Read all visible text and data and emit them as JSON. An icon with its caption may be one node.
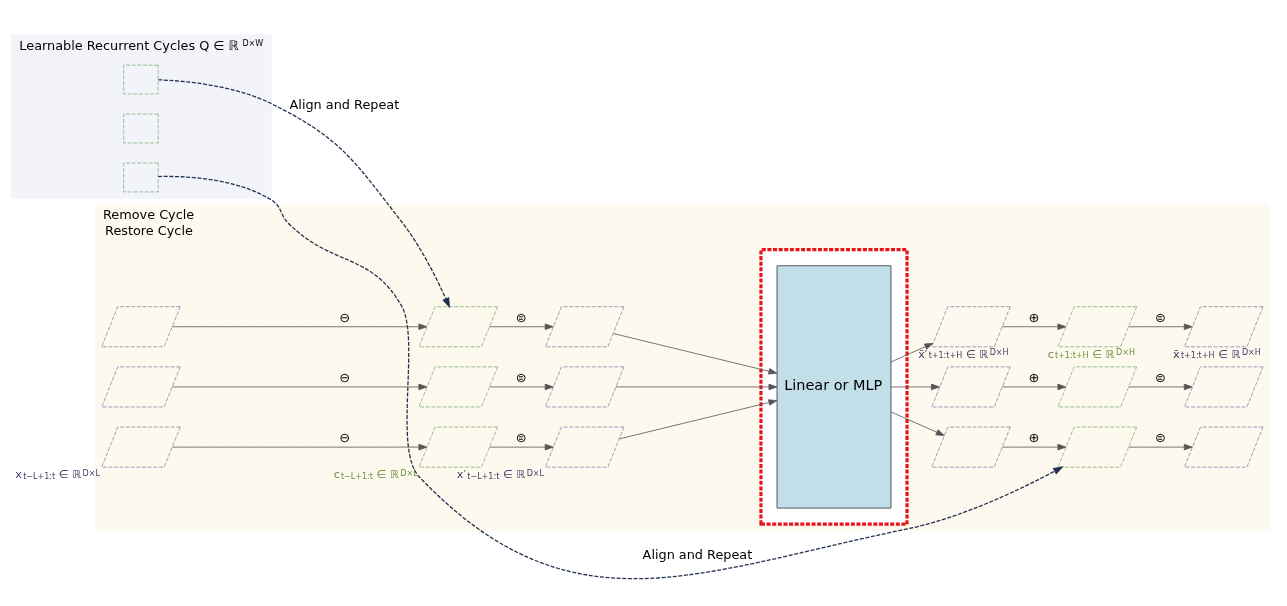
{
  "diagram": {
    "nodes": [
      {
        "text": [
          "Learnable Recurrent Cycles Q ∈ ℝ$^{D×W}$"
        ]
      },
      {
        "text": [],
        "shape": "box",
        "in": 0
      },
      {
        "text": [],
        "shape": "box",
        "in": 0
      },
      {
        "text": [],
        "shape": "box",
        "in": 0
      },
      {
        "text": [
          "Remove Cycle",
          "Restore Cycle"
        ]
      },
      {
        "text": [],
        "shape": "box",
        "in": 4
      },
      {
        "text": [
          "Linear or MLP"
        ],
        "in": 5
      },
      {
        "text": [],
        "shape": "picture",
        "in": 4
      },
      {
        "text": [],
        "shape": "picture",
        "in": 4
      },
      {
        "text": [],
        "shape": "picture",
        "in": 4
      },
      {
        "text": [],
        "shape": "picture",
        "in": 4
      },
      {
        "text": [],
        "shape": "picture",
        "in": 4
      },
      {
        "text": [],
        "shape": "picture",
        "in": 4
      },
      {
        "text": [],
        "shape": "picture",
        "in": 4
      },
      {
        "text": [],
        "shape": "picture",
        "in": 4
      },
      {
        "text": [],
        "shape": "picture",
        "in": 4
      },
      {
        "text": [],
        "shape": "picture",
        "in": 4
      },
      {
        "text": [],
        "shape": "picture",
        "in": 4
      },
      {
        "text": [],
        "shape": "picture",
        "in": 4
      },
      {
        "text": [],
        "shape": "picture",
        "in": 4,
        "beside": [
          "x$_{t−L+1:t}$ ∈ ℝ$^{D×L}$"
        ]
      },
      {
        "text": [],
        "shape": "picture",
        "in": 4,
        "beside": [
          "c$_{t−L+1:t}$ ∈ ℝ$^{D×L}$"
        ]
      },
      {
        "text": [],
        "shape": "picture",
        "in": 4,
        "beside": [
          "x′$_{t−L+1:t}$ ∈ ℝ$^{D×L}$"
        ]
      },
      {
        "text": [],
        "shape": "picture",
        "in": 4,
        "beside": [
          "x̄′$_{t+1:t+H}$ ∈ ℝ$^{D×H}$"
        ]
      },
      {
        "text": [],
        "shape": "picture",
        "in": 4,
        "beside": [
          "c$_{t+1:t+H}$ ∈ ℝ$^{D×H}$"
        ]
      },
      {
        "text": [],
        "shape": "picture",
        "in": 4,
        "beside": [
          "x̄$_{t+1:t+H}$ ∈ ℝ$^{D×H}$"
        ]
      }
    ],
    "edges": [
      {
        "from": 1,
        "to": 8,
        "arrow": "to",
        "label": "Align and Repeat",
        "style": "dashed",
        "color": "#1f3050"
      },
      {
        "from": 3,
        "to": 11,
        "arrow": "to",
        "label": "Align and Repeat",
        "style": "dashed",
        "color": "#1f3050"
      },
      {
        "from": 7,
        "to": 8,
        "arrow": "to",
        "label": "⊖"
      },
      {
        "from": 8,
        "to": 9,
        "arrow": "to",
        "label": "⊜"
      },
      {
        "from": 9,
        "to": 6,
        "arrow": "to"
      },
      {
        "from": 6,
        "to": 10,
        "arrow": "to"
      },
      {
        "from": 10,
        "to": 11,
        "arrow": "to",
        "label": "⊕"
      },
      {
        "from": 11,
        "to": 12,
        "arrow": "to",
        "label": "⊜"
      },
      {
        "from": 13,
        "to": 14,
        "arrow": "to",
        "label": "⊖"
      },
      {
        "from": 14,
        "to": 15,
        "arrow": "to",
        "label": "⊜"
      },
      {
        "from": 15,
        "to": 6,
        "arrow": "to"
      },
      {
        "from": 6,
        "to": 16,
        "arrow": "to"
      },
      {
        "from": 16,
        "to": 17,
        "arrow": "to",
        "label": "⊕"
      },
      {
        "from": 17,
        "to": 18,
        "arrow": "to",
        "label": "⊜"
      },
      {
        "from": 19,
        "to": 20,
        "arrow": "to",
        "label": "⊖"
      },
      {
        "from": 20,
        "to": 21,
        "arrow": "to",
        "label": "⊜"
      },
      {
        "from": 21,
        "to": 6,
        "arrow": "to"
      },
      {
        "from": 6,
        "to": 22,
        "arrow": "to"
      },
      {
        "from": 22,
        "to": 23,
        "arrow": "to",
        "label": "⊕"
      },
      {
        "from": 23,
        "to": 24,
        "arrow": "to",
        "label": "⊜"
      }
    ]
  }
}
